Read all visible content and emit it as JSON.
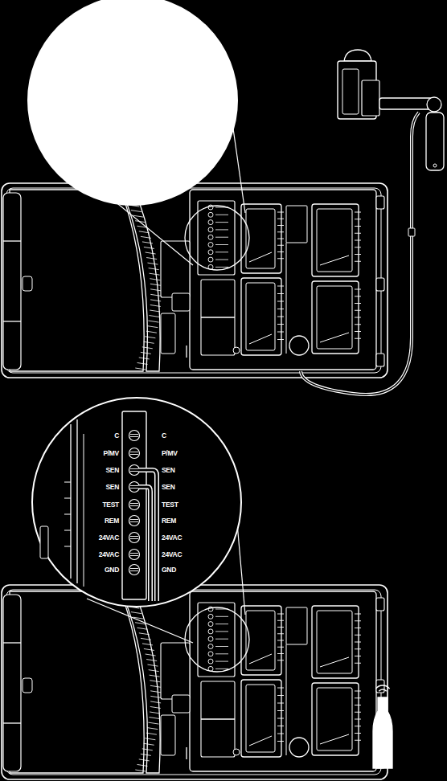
{
  "diagram": {
    "labels": [
      "C",
      "C",
      "P/MV",
      "P/MV",
      "SEN",
      "SEN",
      "SEN",
      "SEN",
      "TEST",
      "TEST",
      "REM",
      "REM",
      "24VAC",
      "24VAC",
      "24VAC",
      "24VAC",
      "GND",
      "GND"
    ]
  }
}
